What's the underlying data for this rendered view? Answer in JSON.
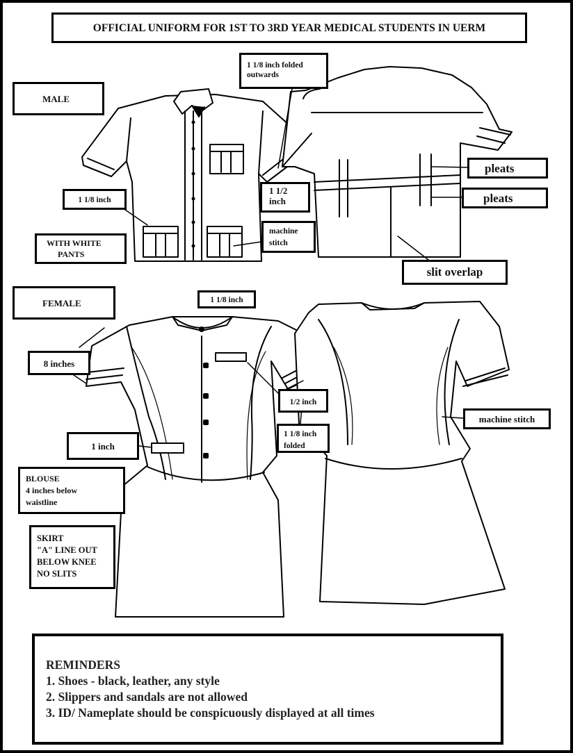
{
  "title": "OFFICIAL UNIFORM  FOR 1ST TO 3RD YEAR MEDICAL STUDENTS IN UERM",
  "male": {
    "heading": "MALE",
    "collar_fold_label": [
      "1 1/8 inch folded",
      "outwards"
    ],
    "hem_label": "1 1/8 inch",
    "back_pleat_label": [
      "1 1/2",
      "inch"
    ],
    "pants_label": [
      "WITH WHITE",
      "PANTS"
    ],
    "stitch_label": [
      "machine",
      "stitch"
    ],
    "pleats_label_1": "pleats",
    "pleats_label_2": "pleats",
    "slit_label": "slit overlap"
  },
  "female": {
    "heading": "FEMALE",
    "collar_label": "1 1/8 inch",
    "sleeve_label": "8 inches",
    "nameplate_label": "1/2 inch",
    "cuff_label": [
      "1 1/8 inch",
      "folded"
    ],
    "stitch_label": "machine stitch",
    "id_label": "1 inch",
    "blouse_label": [
      "BLOUSE",
      "4 inches below",
      "waistline"
    ],
    "skirt_label": [
      "SKIRT",
      "\"A\" LINE OUT",
      "BELOW KNEE",
      "NO SLITS"
    ]
  },
  "reminders": {
    "heading": "REMINDERS",
    "items": [
      "1. Shoes - black, leather, any style",
      "2. Slippers and sandals are not allowed",
      "3. ID/ Nameplate should be conspicuously displayed at all times"
    ]
  }
}
